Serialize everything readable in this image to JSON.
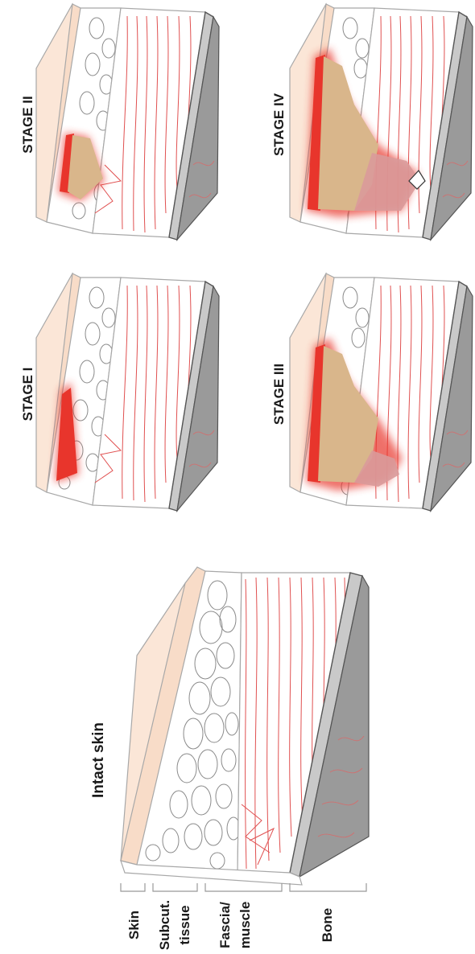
{
  "panels": {
    "intact": {
      "title": "Intact skin"
    },
    "stage1": {
      "title": "STAGE I"
    },
    "stage2": {
      "title": "STAGE II"
    },
    "stage3": {
      "title": "STAGE III"
    },
    "stage4": {
      "title": "STAGE IV"
    }
  },
  "layers": {
    "skin": "Skin",
    "subcut_line1": "Subcut.",
    "subcut_line2": "tissue",
    "fascia_line1": "Fascia/",
    "fascia_line2": "muscle",
    "bone": "Bone"
  },
  "colors": {
    "skin": "#f8dcc8",
    "wound_red": "#e8352c",
    "wound_tan": "#d9b68b",
    "muscle_fiber": "#e05050",
    "bone": "#c9c9c9"
  }
}
